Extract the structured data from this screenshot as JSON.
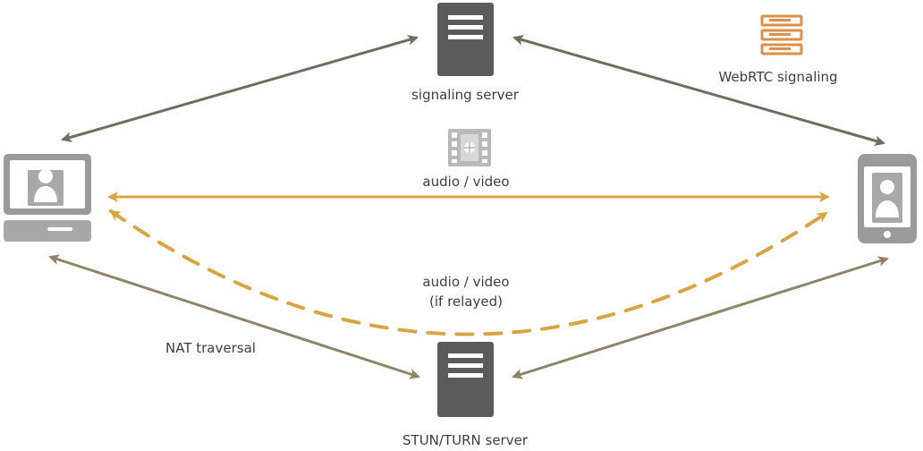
{
  "labels": {
    "signaling_server": "signaling server",
    "webrtc_signaling": "WebRTC signaling",
    "audio_video_direct": "audio / video",
    "audio_video_relayed_line1": "audio / video",
    "audio_video_relayed_line2": "(if relayed)",
    "nat_traversal": "NAT traversal",
    "stun_turn_server": "STUN/TURN server"
  },
  "colors": {
    "server_gray": "#5b5b5b",
    "signaling_arrow": "#6b705e",
    "media_arrow": "#d9a441",
    "nat_arrow": "#8f8466",
    "legend_icon": "#dd8f4a",
    "device_gray": "#9a9a9a",
    "film_gray": "#b9b9b9"
  },
  "icons": {
    "signaling_server": "server-icon",
    "stun_turn_server": "server-icon",
    "webrtc_signaling_legend": "stacked-server-icon",
    "media": "film-icon",
    "left_client": "laptop-user-icon",
    "right_client": "phone-user-icon"
  }
}
